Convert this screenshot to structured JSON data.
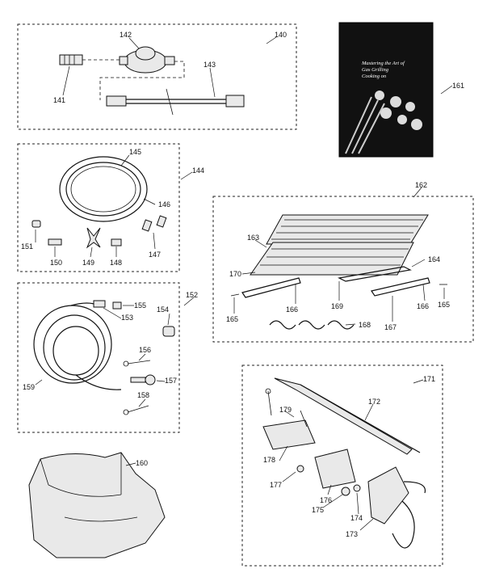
{
  "labels": {
    "p140": "140",
    "p141": "141",
    "p142": "142",
    "p143": "143",
    "p144": "144",
    "p145": "145",
    "p146": "146",
    "p147": "147",
    "p148": "148",
    "p149": "149",
    "p150": "150",
    "p151": "151",
    "p152": "152",
    "p153": "153",
    "p154": "154",
    "p155": "155",
    "p156": "156",
    "p157": "157",
    "p158": "158",
    "p159": "159",
    "p160": "160",
    "p161": "161",
    "p162": "162",
    "p163": "163",
    "p164": "164",
    "p165a": "165",
    "p165b": "165",
    "p166a": "166",
    "p166b": "166",
    "p167": "167",
    "p168": "168",
    "p169": "169",
    "p170": "170",
    "p171": "171",
    "p172": "172",
    "p173": "173",
    "p174": "174",
    "p175": "175",
    "p176": "176",
    "p177": "177",
    "p178": "178",
    "p179": "179"
  },
  "book": {
    "line1": "Mastering the Art of",
    "line2": "Gas Grilling",
    "line3": "Cooking on"
  }
}
